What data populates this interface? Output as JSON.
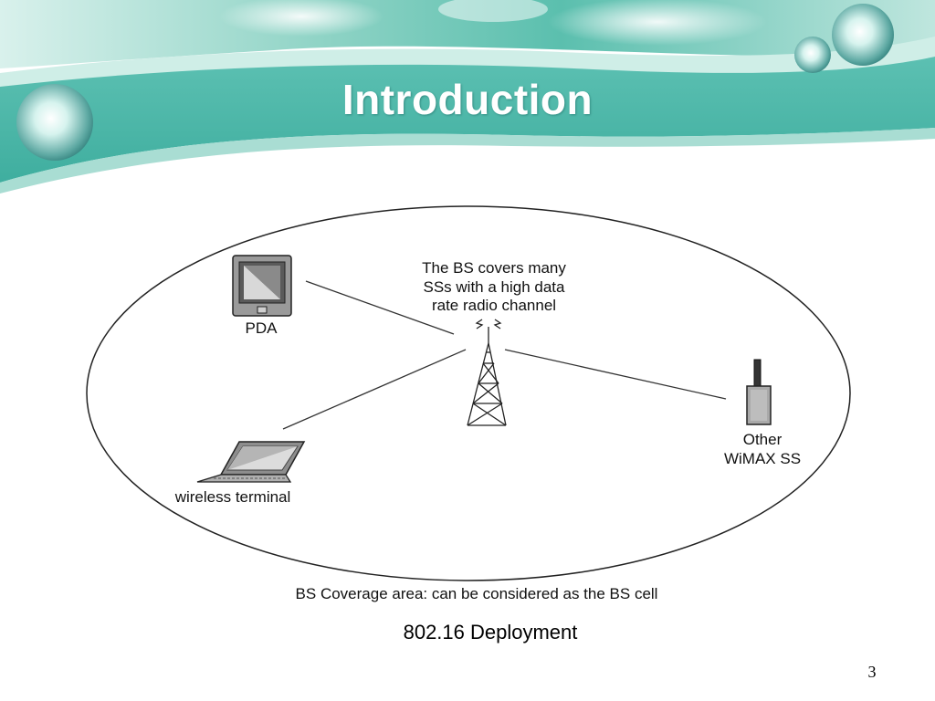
{
  "slide": {
    "title": "Introduction",
    "caption": "802.16 Deployment",
    "page_number": "3"
  },
  "diagram": {
    "bs_note": [
      "The BS covers many",
      "SSs with a high data",
      "rate radio channel"
    ],
    "pda_label": "PDA",
    "terminal_label": "wireless terminal",
    "other_ss_label": [
      "Other",
      "WiMAX SS"
    ],
    "coverage_label": "BS Coverage area: can be considered as the BS cell"
  },
  "colors": {
    "header_teal": "#4fb8a8",
    "header_light": "#bfe8df",
    "header_dark": "#2a8f86"
  }
}
